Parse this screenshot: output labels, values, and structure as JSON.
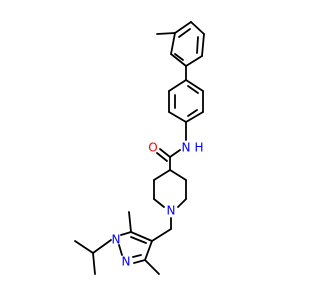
{
  "molecule": {
    "atoms": {
      "oxygen": {
        "symbol": "O",
        "color": "#ff0000"
      },
      "amide_nitrogen": {
        "symbol": "N",
        "color": "#0000ff"
      },
      "amide_hydrogen": {
        "symbol": "H",
        "color": "#0000ff"
      },
      "piperidine_nitrogen": {
        "symbol": "N",
        "color": "#0000ff"
      },
      "pyrazole_n1": {
        "symbol": "N",
        "color": "#0000ff"
      },
      "pyrazole_n2": {
        "symbol": "N",
        "color": "#0000ff"
      }
    },
    "bond_color": "#000000",
    "background": "#ffffff"
  }
}
